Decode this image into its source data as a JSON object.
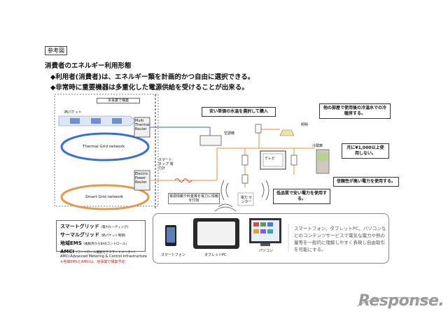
{
  "ref_tag": "参考図",
  "title": "消費者のエネルギー利用形態",
  "bullets": [
    "◆利用者(消費者)は、エネルギー類を計画的かつ自由に選択できる。",
    "◆非常時に重要機器は多重化した電源供給を受けることが出来る。"
  ],
  "diagram": {
    "project_label": "本事業で構築",
    "heat_packet": "熱パケット",
    "thermal_router": "Multi Thermal Router",
    "thermal_grid": "Thermal Grid network",
    "power_router": "Electric Power Router",
    "smart_grid": "Smart Grid network",
    "smart_tap": "スマートタップ 電力計",
    "cheap_time": "安い単価の水温を選択して購入",
    "other_room": "他の部屋で使用後の冷温水での冷暖房する。",
    "aircon": "空調機",
    "lighting": "照明",
    "fridge": "冷蔵庫",
    "tv": "テレビ",
    "monthly": "月に¥1,000以上使用しない。",
    "reliable": "信頼性が高い電力を使用する。",
    "low_quality": "低品質で安い電力を使用する。",
    "info_add": "電源情報や料金等を電力に情報を付加",
    "power_center": "電力 センター"
  },
  "legend": [
    {
      "name": "スマートグリッド",
      "sub": "(電力ルーティング)"
    },
    {
      "name": "サーマルグリッド",
      "sub": "(熱パケット制御)"
    },
    {
      "name": "地域EMS",
      "sub": "(複数月からBASコントロール)"
    },
    {
      "name": "AMCI",
      "sub": "(コントロール機能付きスマートメーター)"
    }
  ],
  "devices": {
    "phone": "スマートフォン",
    "tablet": "タブレットPC",
    "pc": "パソコン",
    "desc": "スマートフォン、タブレットPC、パソコンなどのコンテンツサービスで電気な電力や熱の量等を一般的に理解しやすく表現し自由取引を可能にする。"
  },
  "footnote_1": "AMCI:Advanced Metering & Control Infrastructure",
  "footnote_2": "※地域EMSとAMCIは、他事業で構築予定",
  "logo": "Response.",
  "colors": {
    "thermal_grid": "#3a6fd0",
    "smart_grid": "#e49a4a",
    "wire": "#e0903a",
    "accent_red": "#cc2222"
  }
}
